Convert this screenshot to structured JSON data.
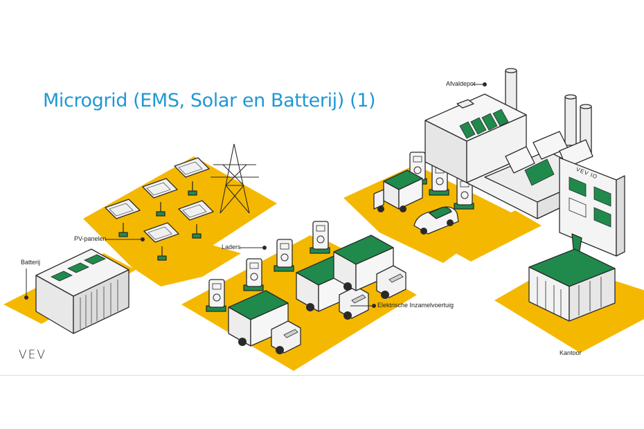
{
  "title": "Microgrid (EMS, Solar en Batterij) (1)",
  "labels": {
    "battery": "Batterij",
    "pv_panels": "PV-panelen",
    "chargers": "Laders",
    "electric_vehicle": "Elektrische Inzamelvoertuig",
    "depot": "Afvaldepot",
    "office": "Kantoor"
  },
  "logo": "VEV",
  "screen_label": "VEV IO",
  "colors": {
    "ground": "#f5b800",
    "title": "#1f98d5",
    "accent_green": "#1f8a4c",
    "outline": "#2a2a2a"
  }
}
